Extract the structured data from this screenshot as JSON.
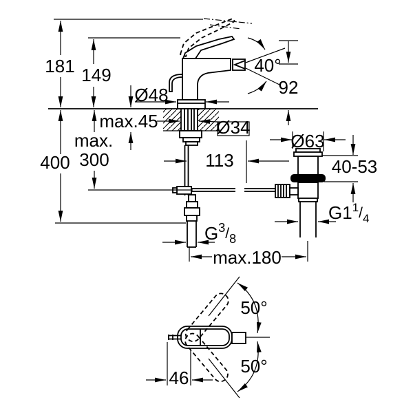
{
  "drawing": {
    "colors": {
      "line": "#000000",
      "background": "#ffffff"
    },
    "front_view": {
      "total_height": "181",
      "spout_height": "149",
      "base_diameter": "Ø48",
      "mount_thickness": "max.45",
      "hole_diameter": "Ø34",
      "depth_line1": "max.",
      "depth_line2": "300",
      "supply_depth": "400",
      "spray_angle": "40°",
      "spray_height": "92",
      "center_distance": "113",
      "max_spacing": "max.180",
      "supply_thread": {
        "prefix": "G",
        "sup": "3",
        "slash": "/",
        "sub": "8"
      }
    },
    "drain_view": {
      "flange_diameter": "Ø63",
      "clamp_range": "40-53",
      "thread": {
        "prefix": "G1",
        "sup": "1",
        "slash": "/",
        "sub": "4"
      }
    },
    "top_view": {
      "swivel_up": "50°",
      "swivel_down": "50°",
      "rod_offset": "46"
    }
  }
}
